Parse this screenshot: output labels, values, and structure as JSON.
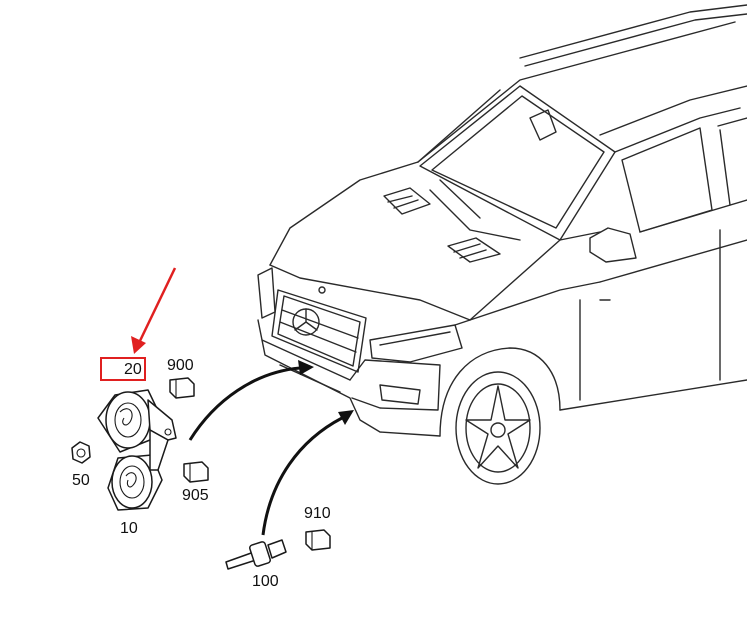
{
  "diagram": {
    "callouts": [
      {
        "id": "20",
        "text": "20",
        "highlighted": true
      },
      {
        "id": "900",
        "text": "900"
      },
      {
        "id": "905",
        "text": "905"
      },
      {
        "id": "910",
        "text": "910"
      },
      {
        "id": "50",
        "text": "50"
      },
      {
        "id": "10",
        "text": "10"
      },
      {
        "id": "100",
        "text": "100"
      }
    ],
    "colors": {
      "highlight": "#e02020",
      "line": "#1a1a1a",
      "background": "#ffffff"
    }
  }
}
